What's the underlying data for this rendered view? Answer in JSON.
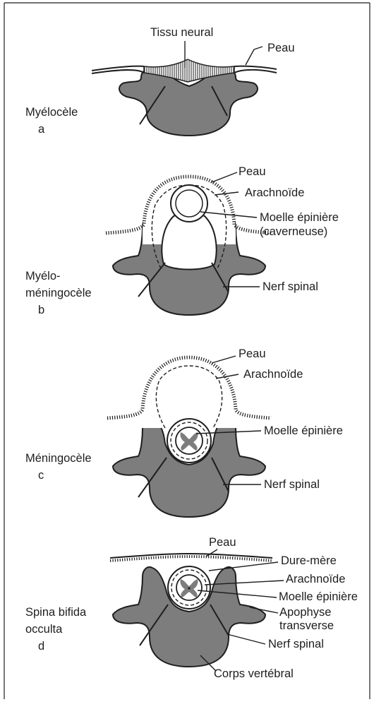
{
  "colors": {
    "bone": "#7d7d7d",
    "line": "#1e1e1e",
    "paper": "#ffffff"
  },
  "panel_a": {
    "name": "Myélocèle",
    "letter": "a",
    "labels": {
      "tissue": "Tissu neural",
      "skin": "Peau"
    }
  },
  "panel_b": {
    "name_line1": "Myélo-",
    "name_line2": "méningocèle",
    "letter": "b",
    "labels": {
      "skin": "Peau",
      "arachnoid": "Arachnoïde",
      "cord_line1": "Moelle épinière",
      "cord_line2": "(caverneuse)",
      "nerve": "Nerf spinal"
    }
  },
  "panel_c": {
    "name": "Méningocèle",
    "letter": "c",
    "labels": {
      "skin": "Peau",
      "arachnoid": "Arachnoïde",
      "cord": "Moelle épinière",
      "nerve": "Nerf spinal"
    }
  },
  "panel_d": {
    "name_line1": "Spina bifida",
    "name_line2": "occulta",
    "letter": "d",
    "labels": {
      "skin": "Peau",
      "dura": "Dure-mère",
      "arachnoid": "Arachnoïde",
      "cord": "Moelle épinière",
      "process_line1": "Apophyse",
      "process_line2": "transverse",
      "nerve": "Nerf spinal",
      "body": "Corps vertébral"
    }
  }
}
